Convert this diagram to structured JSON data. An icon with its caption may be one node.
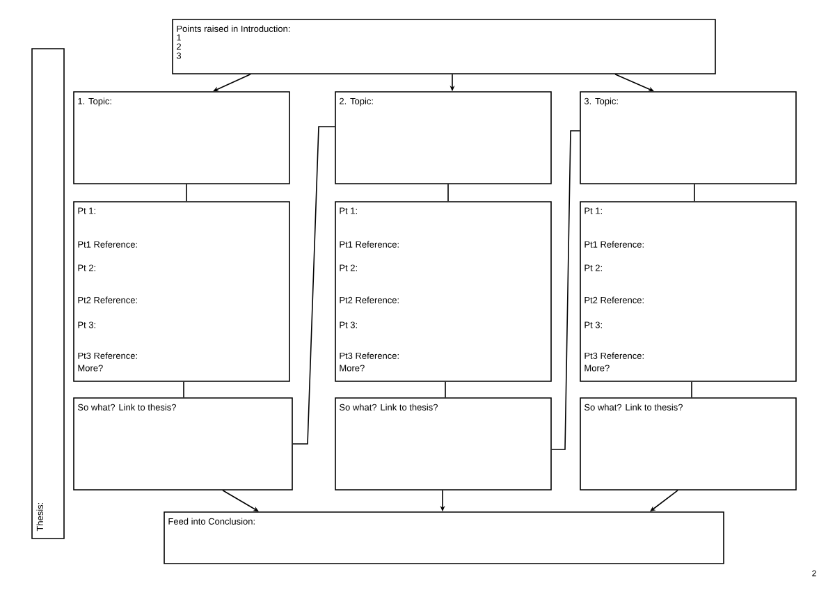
{
  "diagram": {
    "nodes": [
      {
        "text": [
          "Points raised in Introduction:",
          "1",
          "2",
          "3"
        ]
      },
      {
        "text": [
          "Thesis:"
        ]
      },
      {
        "text": [
          "1. Topic:"
        ]
      },
      {
        "text": [
          "2. Topic:"
        ]
      },
      {
        "text": [
          "3. Topic:"
        ]
      },
      {
        "text": [
          "Pt 1:",
          "Pt1 Reference:",
          "Pt 2:",
          "Pt2 Reference:",
          "Pt 3:",
          "Pt3 Reference:",
          "More?"
        ]
      },
      {
        "text": [
          "Pt 1:",
          "Pt1 Reference:",
          "Pt 2:",
          "Pt2 Reference:",
          "Pt 3:",
          "Pt3 Reference:",
          "More?"
        ]
      },
      {
        "text": [
          "Pt 1:",
          "Pt1 Reference:",
          "Pt 2:",
          "Pt2 Reference:",
          "Pt 3:",
          "Pt3 Reference:",
          "More?"
        ]
      },
      {
        "text": [
          "So what?  Link to thesis?"
        ]
      },
      {
        "text": [
          "So what?  Link to thesis?"
        ]
      },
      {
        "text": [
          "So what?  Link to thesis?"
        ]
      },
      {
        "text": [
          "Feed into Conclusion:"
        ]
      }
    ],
    "edges": [
      {
        "from": 0,
        "to": 2,
        "arrow": "to"
      },
      {
        "from": 0,
        "to": 3,
        "arrow": "to"
      },
      {
        "from": 0,
        "to": 4,
        "arrow": "to"
      },
      {
        "from": 2,
        "to": 5,
        "arrow": "none"
      },
      {
        "from": 3,
        "to": 6,
        "arrow": "none"
      },
      {
        "from": 4,
        "to": 7,
        "arrow": "none"
      },
      {
        "from": 5,
        "to": 8,
        "arrow": "none"
      },
      {
        "from": 6,
        "to": 9,
        "arrow": "none"
      },
      {
        "from": 7,
        "to": 10,
        "arrow": "none"
      },
      {
        "from": 8,
        "to": 11,
        "arrow": "to"
      },
      {
        "from": 9,
        "to": 11,
        "arrow": "to"
      },
      {
        "from": 10,
        "to": 11,
        "arrow": "to"
      },
      {
        "from": 8,
        "to": 3,
        "arrow": "none"
      },
      {
        "from": 9,
        "to": 4,
        "arrow": "none"
      }
    ],
    "labels": [
      "2"
    ]
  }
}
